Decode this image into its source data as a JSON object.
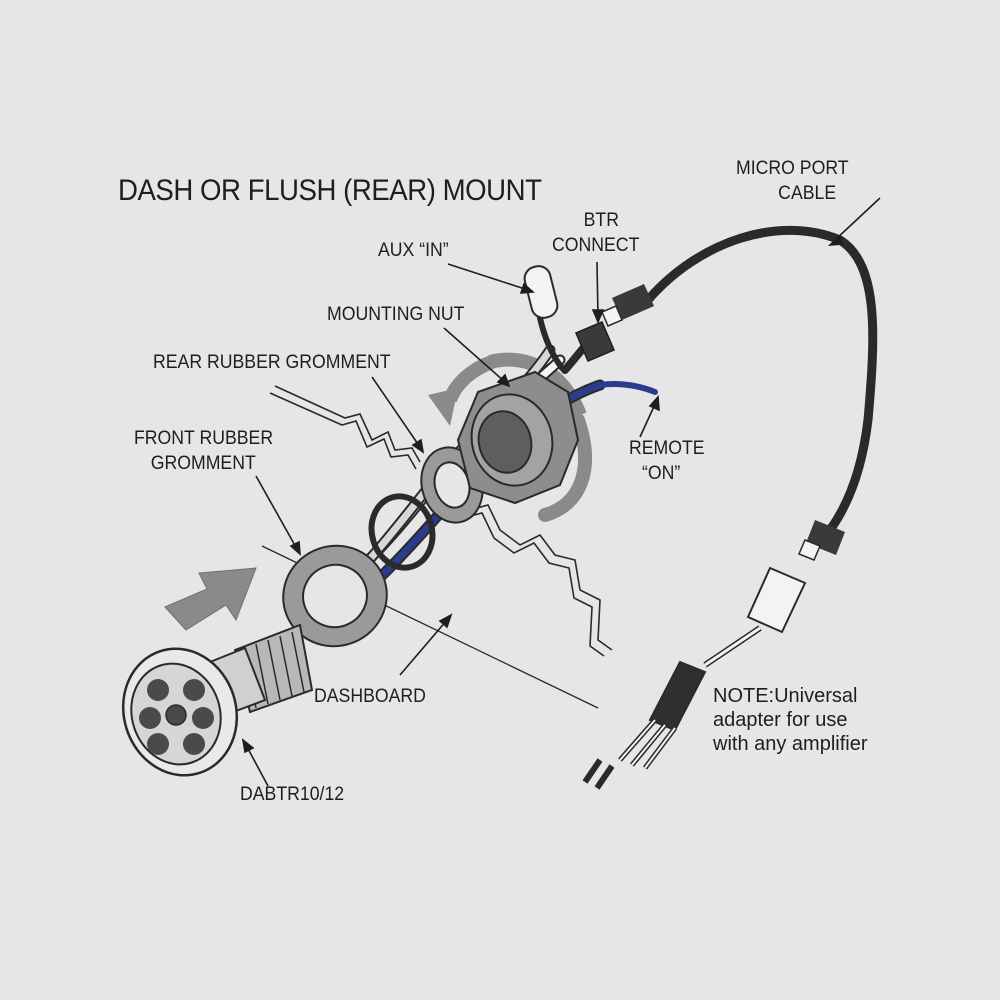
{
  "title": "DASH OR FLUSH (REAR) MOUNT",
  "labels": {
    "micro_port_cable": [
      "MICRO PORT",
      "CABLE"
    ],
    "btr_connect": [
      "BTR",
      "CONNECT"
    ],
    "aux_in": "AUX “IN”",
    "mounting_nut": "MOUNTING NUT",
    "rear_rubber_gromment": "REAR RUBBER GROMMENT",
    "front_rubber_gromment": [
      "FRONT RUBBER",
      "GROMMENT"
    ],
    "remote_on": [
      "REMOTE",
      "“ON”"
    ],
    "dashboard": "DASHBOARD",
    "model": "DABTR10/12",
    "note": [
      "NOTE:Universal",
      "adapter for use",
      "with any amplifier"
    ]
  },
  "colors": {
    "background": "#e6e6e8",
    "outline": "#1e1e1e",
    "cable": "#2a2a2a",
    "remote_wire": "#2e3a8c",
    "gromment": "#9a9a9a",
    "arrow": "#8a8a8a"
  }
}
